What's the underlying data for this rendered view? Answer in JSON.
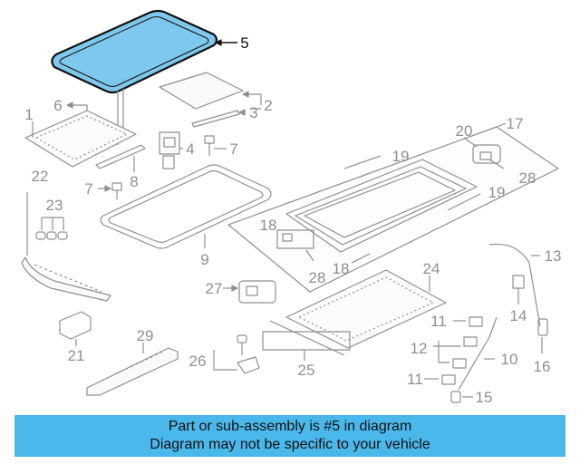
{
  "diagram": {
    "highlight_color": "#7ec8ee",
    "line_color": "#8f8f8f",
    "callouts": [
      {
        "id": "1",
        "label": "1"
      },
      {
        "id": "2",
        "label": "2"
      },
      {
        "id": "3",
        "label": "3"
      },
      {
        "id": "4",
        "label": "4"
      },
      {
        "id": "5",
        "label": "5",
        "highlighted": true
      },
      {
        "id": "6",
        "label": "6"
      },
      {
        "id": "7a",
        "label": "7"
      },
      {
        "id": "7b",
        "label": "7"
      },
      {
        "id": "8",
        "label": "8"
      },
      {
        "id": "9",
        "label": "9"
      },
      {
        "id": "10",
        "label": "10"
      },
      {
        "id": "11a",
        "label": "11"
      },
      {
        "id": "11b",
        "label": "11"
      },
      {
        "id": "12",
        "label": "12"
      },
      {
        "id": "13",
        "label": "13"
      },
      {
        "id": "14",
        "label": "14"
      },
      {
        "id": "15",
        "label": "15"
      },
      {
        "id": "16",
        "label": "16"
      },
      {
        "id": "17",
        "label": "17"
      },
      {
        "id": "18a",
        "label": "18"
      },
      {
        "id": "18b",
        "label": "18"
      },
      {
        "id": "19a",
        "label": "19"
      },
      {
        "id": "19b",
        "label": "19"
      },
      {
        "id": "20",
        "label": "20"
      },
      {
        "id": "21",
        "label": "21"
      },
      {
        "id": "22",
        "label": "22"
      },
      {
        "id": "23",
        "label": "23"
      },
      {
        "id": "24",
        "label": "24"
      },
      {
        "id": "25",
        "label": "25"
      },
      {
        "id": "26",
        "label": "26"
      },
      {
        "id": "27",
        "label": "27"
      },
      {
        "id": "28a",
        "label": "28"
      },
      {
        "id": "28b",
        "label": "28"
      },
      {
        "id": "29",
        "label": "29"
      }
    ]
  },
  "banner": {
    "background": "#4bb8ec",
    "line1": "Part or sub-assembly is #5 in diagram",
    "line2": "Diagram may not be specific to your vehicle"
  }
}
